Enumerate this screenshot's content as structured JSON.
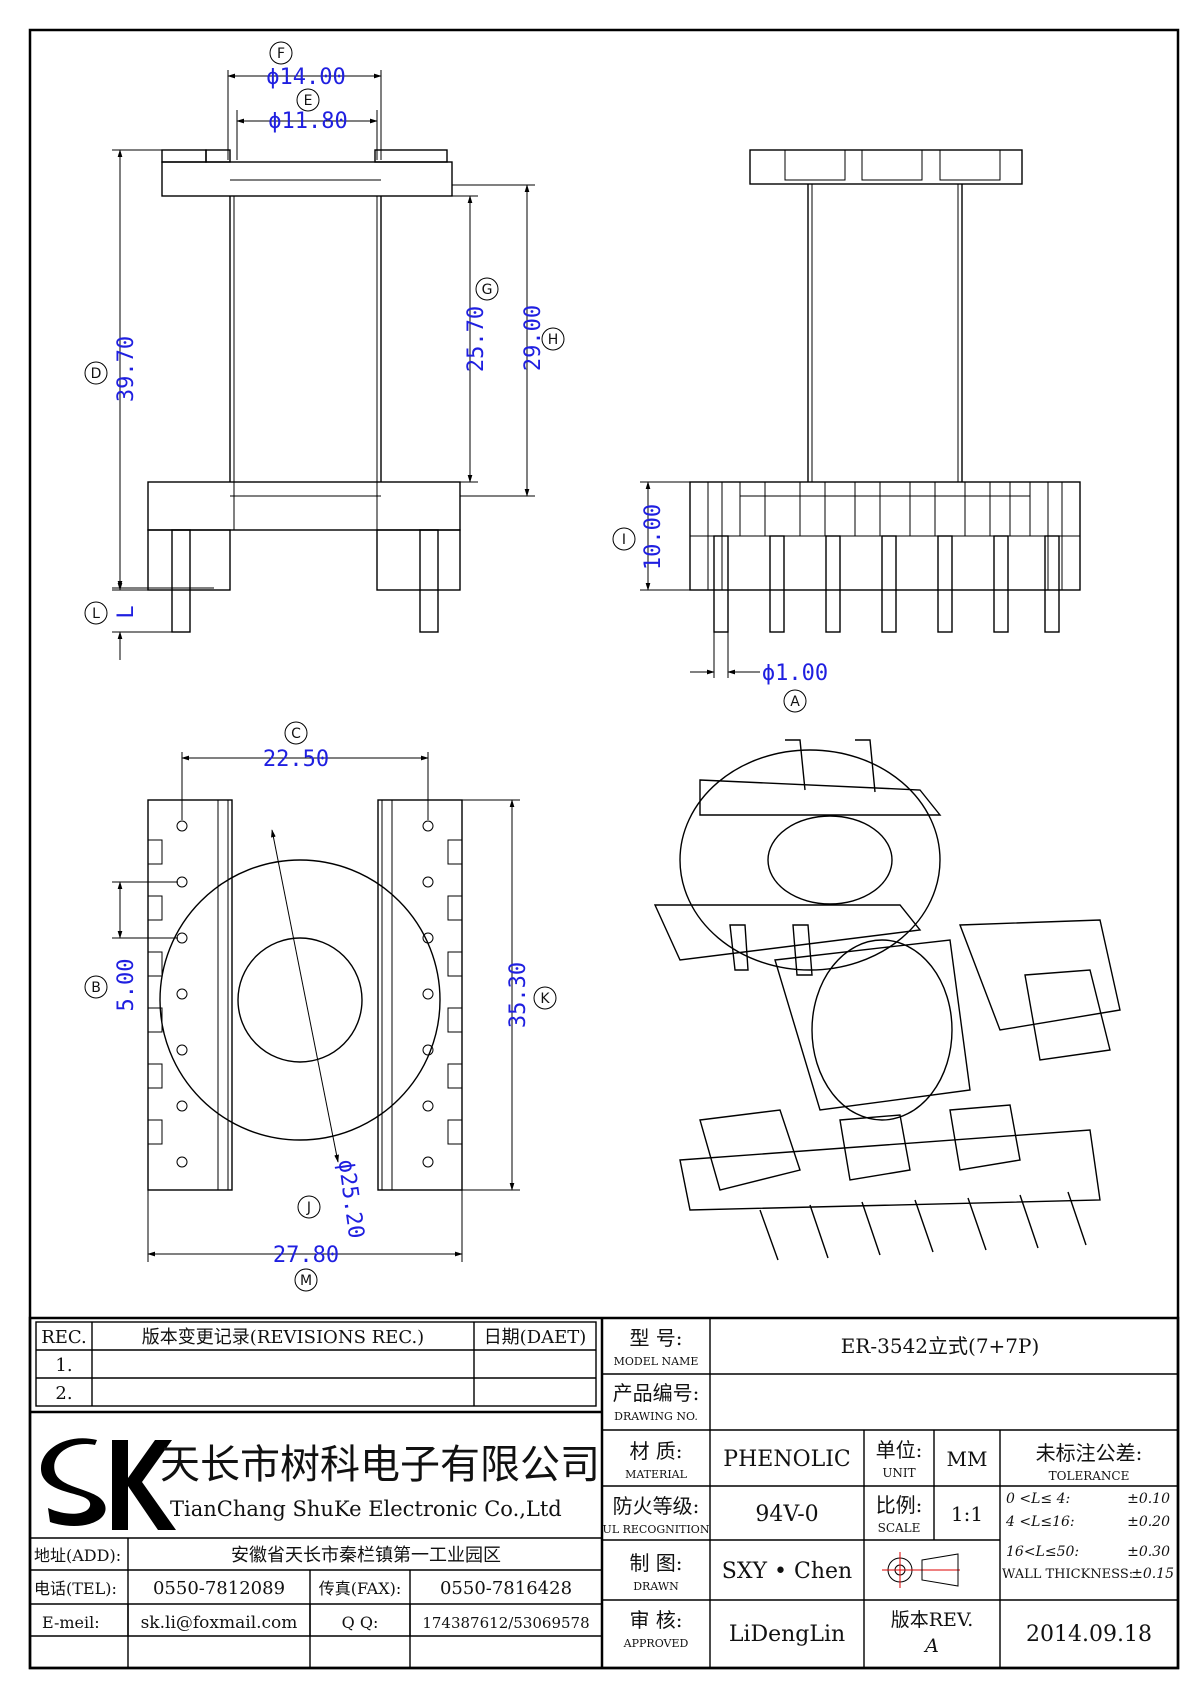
{
  "dimensions": {
    "F": {
      "bubble": "F",
      "value": "ϕ14.00"
    },
    "E": {
      "bubble": "E",
      "value": "ϕ11.80"
    },
    "D": {
      "bubble": "D",
      "value": "39.70"
    },
    "G": {
      "bubble": "G",
      "value": "25.70"
    },
    "H": {
      "bubble": "H",
      "value": "29.00"
    },
    "L": {
      "bubble": "L",
      "value": "L"
    },
    "I": {
      "bubble": "I",
      "value": "10.00"
    },
    "A": {
      "bubble": "A",
      "value": "ϕ1.00"
    },
    "C": {
      "bubble": "C",
      "value": "22.50"
    },
    "B": {
      "bubble": "B",
      "value": "5.00"
    },
    "K": {
      "bubble": "K",
      "value": "35.30"
    },
    "J": {
      "bubble": "J",
      "value": "ϕ25.20"
    },
    "M": {
      "bubble": "M",
      "value": "27.80"
    }
  },
  "title_block": {
    "rev_header": "REC.",
    "revisions_header": "版本变更记录(REVISIONS REC.)",
    "date_header": "日期(DAET)",
    "rev_rows": [
      "1.",
      "2."
    ],
    "company_cn": "天长市树科电子有限公司",
    "company_en": "TianChang ShuKe Electronic Co.,Ltd",
    "address_label": "地址(ADD):",
    "address": "安徽省天长市秦栏镇第一工业园区",
    "tel_label": "电话(TEL):",
    "tel": "0550-7812089",
    "fax_label": "传真(FAX):",
    "fax": "0550-7816428",
    "email_label": "E-meil:",
    "email": "sk.li@foxmail.com",
    "qq_label": "Q Q:",
    "qq": "174387612/53069578",
    "model_label_cn": "型 号:",
    "model_label_en": "MODEL NAME",
    "model_value": "ER-3542立式(7+7P)",
    "drawing_label_cn": "产品编号:",
    "drawing_label_en": "DRAWING NO.",
    "drawing_value": "",
    "material_label_cn": "材 质:",
    "material_label_en": "MATERIAL",
    "material_value": "PHENOLIC",
    "unit_label_cn": "单位:",
    "unit_label_en": "UNIT",
    "unit_value": "MM",
    "ul_label_cn": "防火等级:",
    "ul_label_en": "UL RECOGNITION",
    "ul_value": "94V-0",
    "scale_label_cn": "比例:",
    "scale_label_en": "SCALE",
    "scale_value": "1:1",
    "drawn_label_cn": "制 图:",
    "drawn_label_en": "DRAWN",
    "drawn_value": "SXY • Chen",
    "approved_label_cn": "审 核:",
    "approved_label_en": "APPROVED",
    "approved_value": "LiDengLin",
    "rev_label": "版本REV.",
    "rev_value": "A",
    "date_value": "2014.09.18",
    "tolerance_title": "未标注公差:",
    "tolerance_en": "TOLERANCE",
    "tolerance_rows": [
      {
        "range": "0 <L≤ 4:",
        "value": "±0.10"
      },
      {
        "range": "4 <L≤16:",
        "value": "±0.20"
      },
      {
        "range": "16<L≤50:",
        "value": "±0.30"
      }
    ],
    "wall_label": "WALL THICKNESS:",
    "wall_value": "±0.15"
  }
}
